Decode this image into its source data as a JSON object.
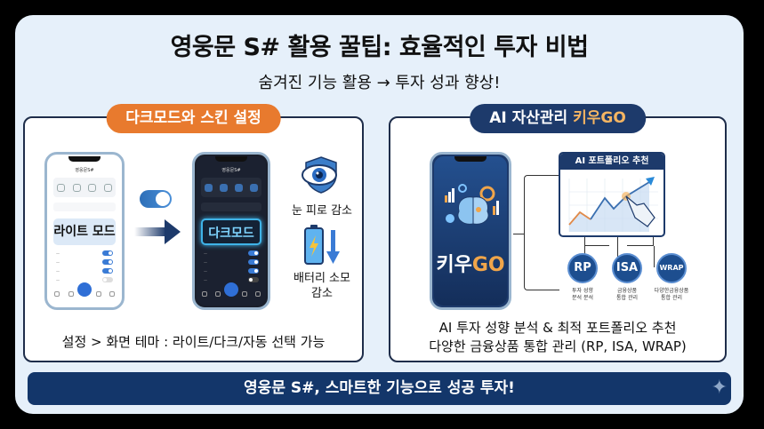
{
  "header": {
    "title": "영웅문 S# 활용 꿀팁: 효율적인 투자 비법",
    "subtitle": "숨겨진 기능 활용 → 투자 성과 향상!"
  },
  "left_panel": {
    "pill_label": "다크모드와 스킨 설정",
    "light_phone": {
      "app_title": "영웅문S#",
      "hero_label": "라이트 모드",
      "mode": "light"
    },
    "dark_phone": {
      "app_title": "영웅문S#",
      "hero_label": "다크모드",
      "mode": "dark"
    },
    "benefits": [
      {
        "icon": "eye-shield-icon",
        "label": "눈 피로 감소"
      },
      {
        "icon": "battery-down-icon",
        "label": "배터리 소모 감소"
      }
    ],
    "caption": "설정 > 화면 테마 : 라이트/다크/자동 선택 가능"
  },
  "right_panel": {
    "pill_label_prefix": "AI 자산관리 ",
    "pill_label_accent": "키우GO",
    "phone_brand_prefix": "키우",
    "phone_brand_accent": "GO",
    "chart_title": "AI 포트폴리오 추천",
    "products": [
      {
        "code": "RP",
        "desc_line1": "투자 성향",
        "desc_line2": "분석 분석"
      },
      {
        "code": "ISA",
        "desc_line1": "금융상품",
        "desc_line2": "통합 관리"
      },
      {
        "code": "WRAP",
        "desc_line1": "다양한금융상품",
        "desc_line2": "통합 관리"
      }
    ],
    "caption_line1": "AI 투자 성향 분석 & 최적 포트폴리오 추천",
    "caption_line2": "다양한 금융상품 통합 관리 (RP, ISA, WRAP)"
  },
  "banner": {
    "text": "영웅문 S#, 스마트한 기능으로 성공 투자!"
  },
  "colors": {
    "background": "#e6f0fa",
    "navy": "#13366a",
    "orange": "#e87a2e",
    "accent_gold": "#f5b562"
  }
}
